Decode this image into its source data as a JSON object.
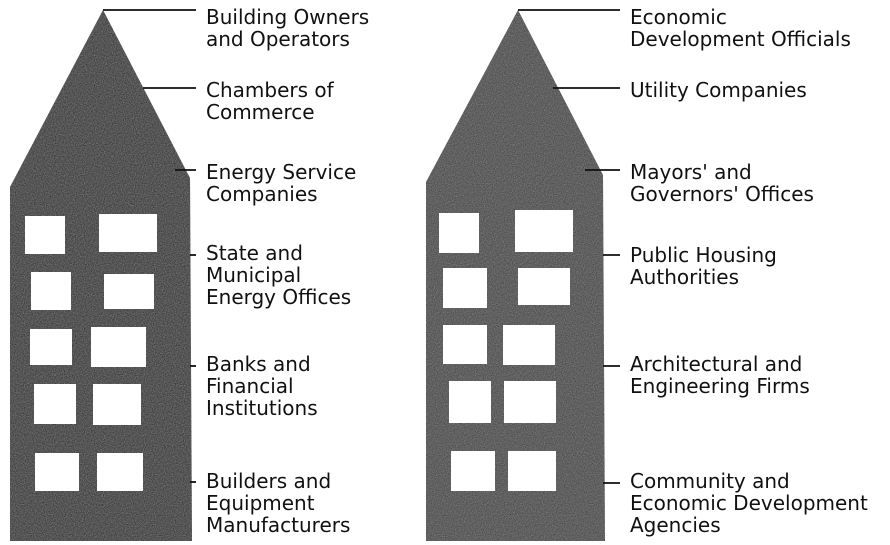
{
  "buildings": [
    {
      "name": "left-building",
      "color": "#1c1c1c",
      "labels": [
        "Building Owners\nand Operators",
        "Chambers of\nCommerce",
        "Energy Service\nCompanies",
        "State and\nMunicipal\nEnergy Offices",
        "Banks and\nFinancial\nInstitutions",
        "Builders and\nEquipment\nManufacturers"
      ]
    },
    {
      "name": "right-building",
      "color": "#3a3a3a",
      "labels": [
        "Economic\nDevelopment Officials",
        "Utility Companies",
        "Mayors' and\nGovernors' Offices",
        "Public Housing\nAuthorities",
        "Architectural and\nEngineering Firms",
        "Community and\nEconomic Development\nAgencies"
      ]
    }
  ],
  "window_color": "#ffffff"
}
